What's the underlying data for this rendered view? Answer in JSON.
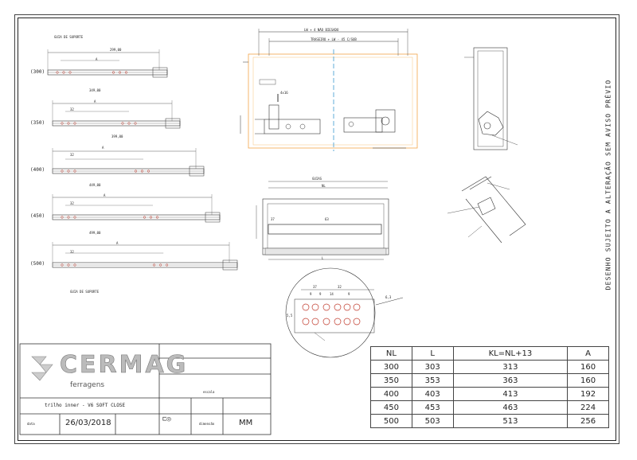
{
  "drawing": {
    "vertical_note": "DESENHO SUJEITO A ALTERAÇÃO SEM AVISO PRÉVIO",
    "rail_top_label": "GUIA DE SUPORTE",
    "rail_bottom_label": "GUIA DE SUPORTE",
    "rail_sizes": [
      "(300)",
      "(350)",
      "(400)",
      "(450)",
      "(500)"
    ],
    "rail_widths": [
      "299,00",
      "349,00",
      "399,00",
      "449,00",
      "499,00"
    ],
    "dim_A": "A",
    "dim_32": "32",
    "top_view_width": "LW + 4 NÃO BIESADO",
    "top_view_inner": "TRASEIRO + LW - 45 C/SUB",
    "screw_label": "4x16",
    "side_view_label": "GUIAS",
    "side_view_nl": "NL",
    "side_view_l": "L",
    "side_view_37": "37",
    "side_view_63": "63",
    "detail_dims": [
      "37",
      "32",
      "9",
      "9",
      "14",
      "9",
      "5,5",
      "6,3"
    ]
  },
  "title_block": {
    "logo": "CERMAG",
    "logo_sub": "ferragens",
    "product": "trilho inner - V6 SOFT CLOSE",
    "date_label": "data",
    "date": "26/03/2018",
    "scale_label": "escala",
    "dim_label": "dimensão",
    "unit": "MM"
  },
  "table": {
    "headers": [
      "NL",
      "L",
      "KL=NL+13",
      "A"
    ],
    "rows": [
      [
        "300",
        "303",
        "313",
        "160"
      ],
      [
        "350",
        "353",
        "363",
        "160"
      ],
      [
        "400",
        "403",
        "413",
        "192"
      ],
      [
        "450",
        "453",
        "463",
        "224"
      ],
      [
        "500",
        "503",
        "513",
        "256"
      ]
    ]
  }
}
